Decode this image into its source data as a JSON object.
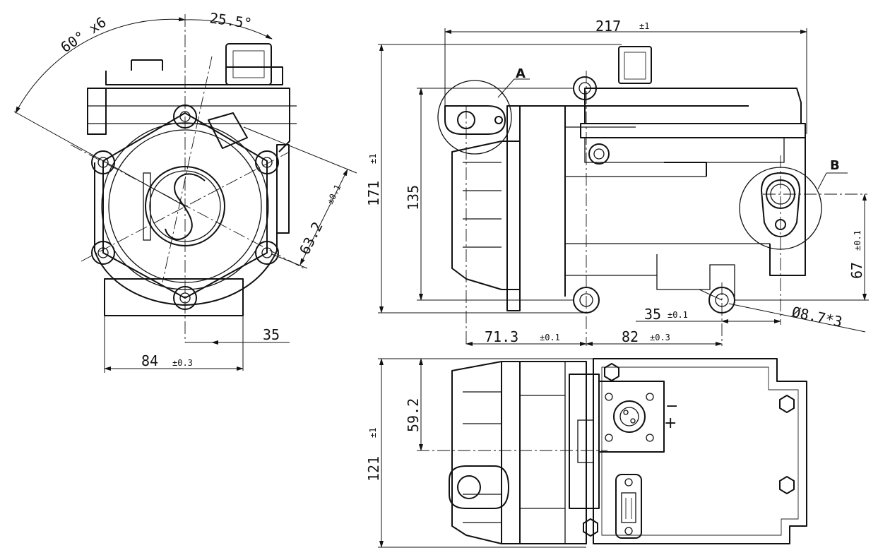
{
  "dimensions": {
    "front_angle": "60° x6",
    "front_offset_angle": "25.5°",
    "front_pcd": "63.2",
    "front_pcd_tol": "±0.1",
    "front_offset": "35",
    "front_width": "84",
    "front_width_tol": "±0.3",
    "overall_length": "217",
    "overall_length_tol": "±1",
    "overall_height": "171",
    "overall_height_tol": "±1",
    "mount_height": "135",
    "mount_offset_b": "67",
    "mount_offset_b_tol": "±0.1",
    "mount_spacing_1": "71.3",
    "mount_spacing_1_tol": "±0.1",
    "mount_spacing_2": "82",
    "mount_spacing_2_tol": "±0.3",
    "mount_spacing_3": "35",
    "mount_spacing_3_tol": "±0.1",
    "hole_dia": "Ø8.7*3",
    "top_width": "121",
    "top_width_tol": "±1",
    "top_offset": "59.2"
  },
  "labels": {
    "detail_a": "A",
    "detail_b": "B",
    "terminal_minus": "−",
    "terminal_plus": "+"
  }
}
